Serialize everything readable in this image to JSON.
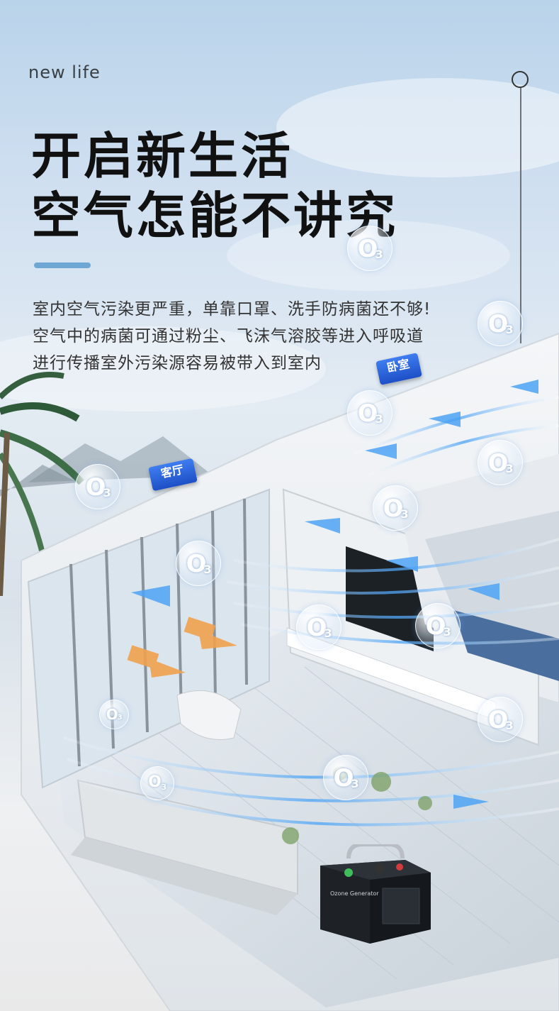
{
  "tagline": "new life",
  "headline": {
    "line1": "开启新生活",
    "line2": "空气怎能不讲究"
  },
  "description": {
    "line1": "室内空气污染更严重，单靠口罩、洗手防病菌还不够!",
    "line2": "空气中的病菌可通过粉尘、飞沫气溶胶等进入呼吸道",
    "line3": "进行传播室外污染源容易被带入到室内"
  },
  "room_tags": {
    "living_room": "客厅",
    "bedroom": "卧室"
  },
  "bubble_label": "O",
  "bubble_sub": "3",
  "device_label": "Ozone Generator",
  "colors": {
    "accent": "#6fa7d4",
    "tag_blue": "#2a5fd8",
    "flow_blue": "#4da3f5",
    "flow_orange": "#f0a24e"
  }
}
